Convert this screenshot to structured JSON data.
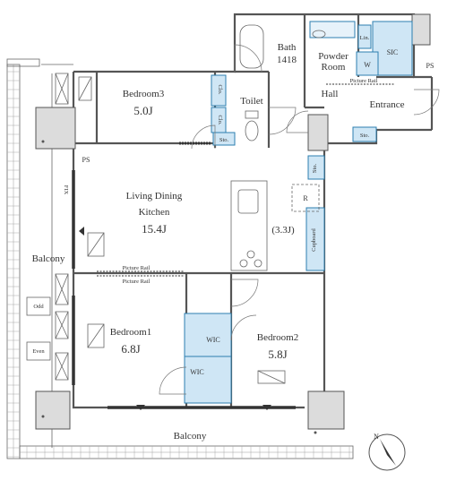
{
  "rooms": {
    "bedroom3": {
      "name": "Bedroom3",
      "size": "5.0J"
    },
    "bedroom1": {
      "name": "Bedroom1",
      "size": "6.8J"
    },
    "bedroom2": {
      "name": "Bedroom2",
      "size": "5.8J"
    },
    "living": {
      "line1": "Living Dining",
      "line2": "Kitchen",
      "size": "15.4J"
    },
    "bath": {
      "name": "Bath",
      "size": "1418"
    },
    "powder": {
      "line1": "Powder",
      "line2": "Room"
    },
    "toilet": {
      "name": "Toilet"
    },
    "hall": {
      "name": "Hall"
    },
    "entrance": {
      "name": "Entrance"
    },
    "kitchen_area": {
      "size": "(3.3J)"
    },
    "balcony_west": {
      "name": "Balcony"
    },
    "balcony_south": {
      "name": "Balcony"
    }
  },
  "labels": {
    "sic": "SIC",
    "ps_right": "PS",
    "ps_left": "PS",
    "lin": "Lin.",
    "w": "W",
    "picture_rail_hall": "Picture Rail",
    "picture_rail_1": "Picture Rail",
    "picture_rail_2": "Picture Rail",
    "sto_toilet": "Sto.",
    "sto_entrance": "Sto.",
    "sto_kitchen": "Sto.",
    "clo_1": "Clo.",
    "clo_2": "Clo.",
    "wic_1": "WIC",
    "wic_2": "WIC",
    "fix": "FIX",
    "refrigerator": "R",
    "cupboard": "Cupboard",
    "odd": "Odd",
    "even": "Even",
    "north": "N"
  },
  "colors": {
    "storage": "#cfe6f5",
    "storage_line": "#2c7fb0",
    "column": "#dcdcdc",
    "wall": "#555555"
  }
}
